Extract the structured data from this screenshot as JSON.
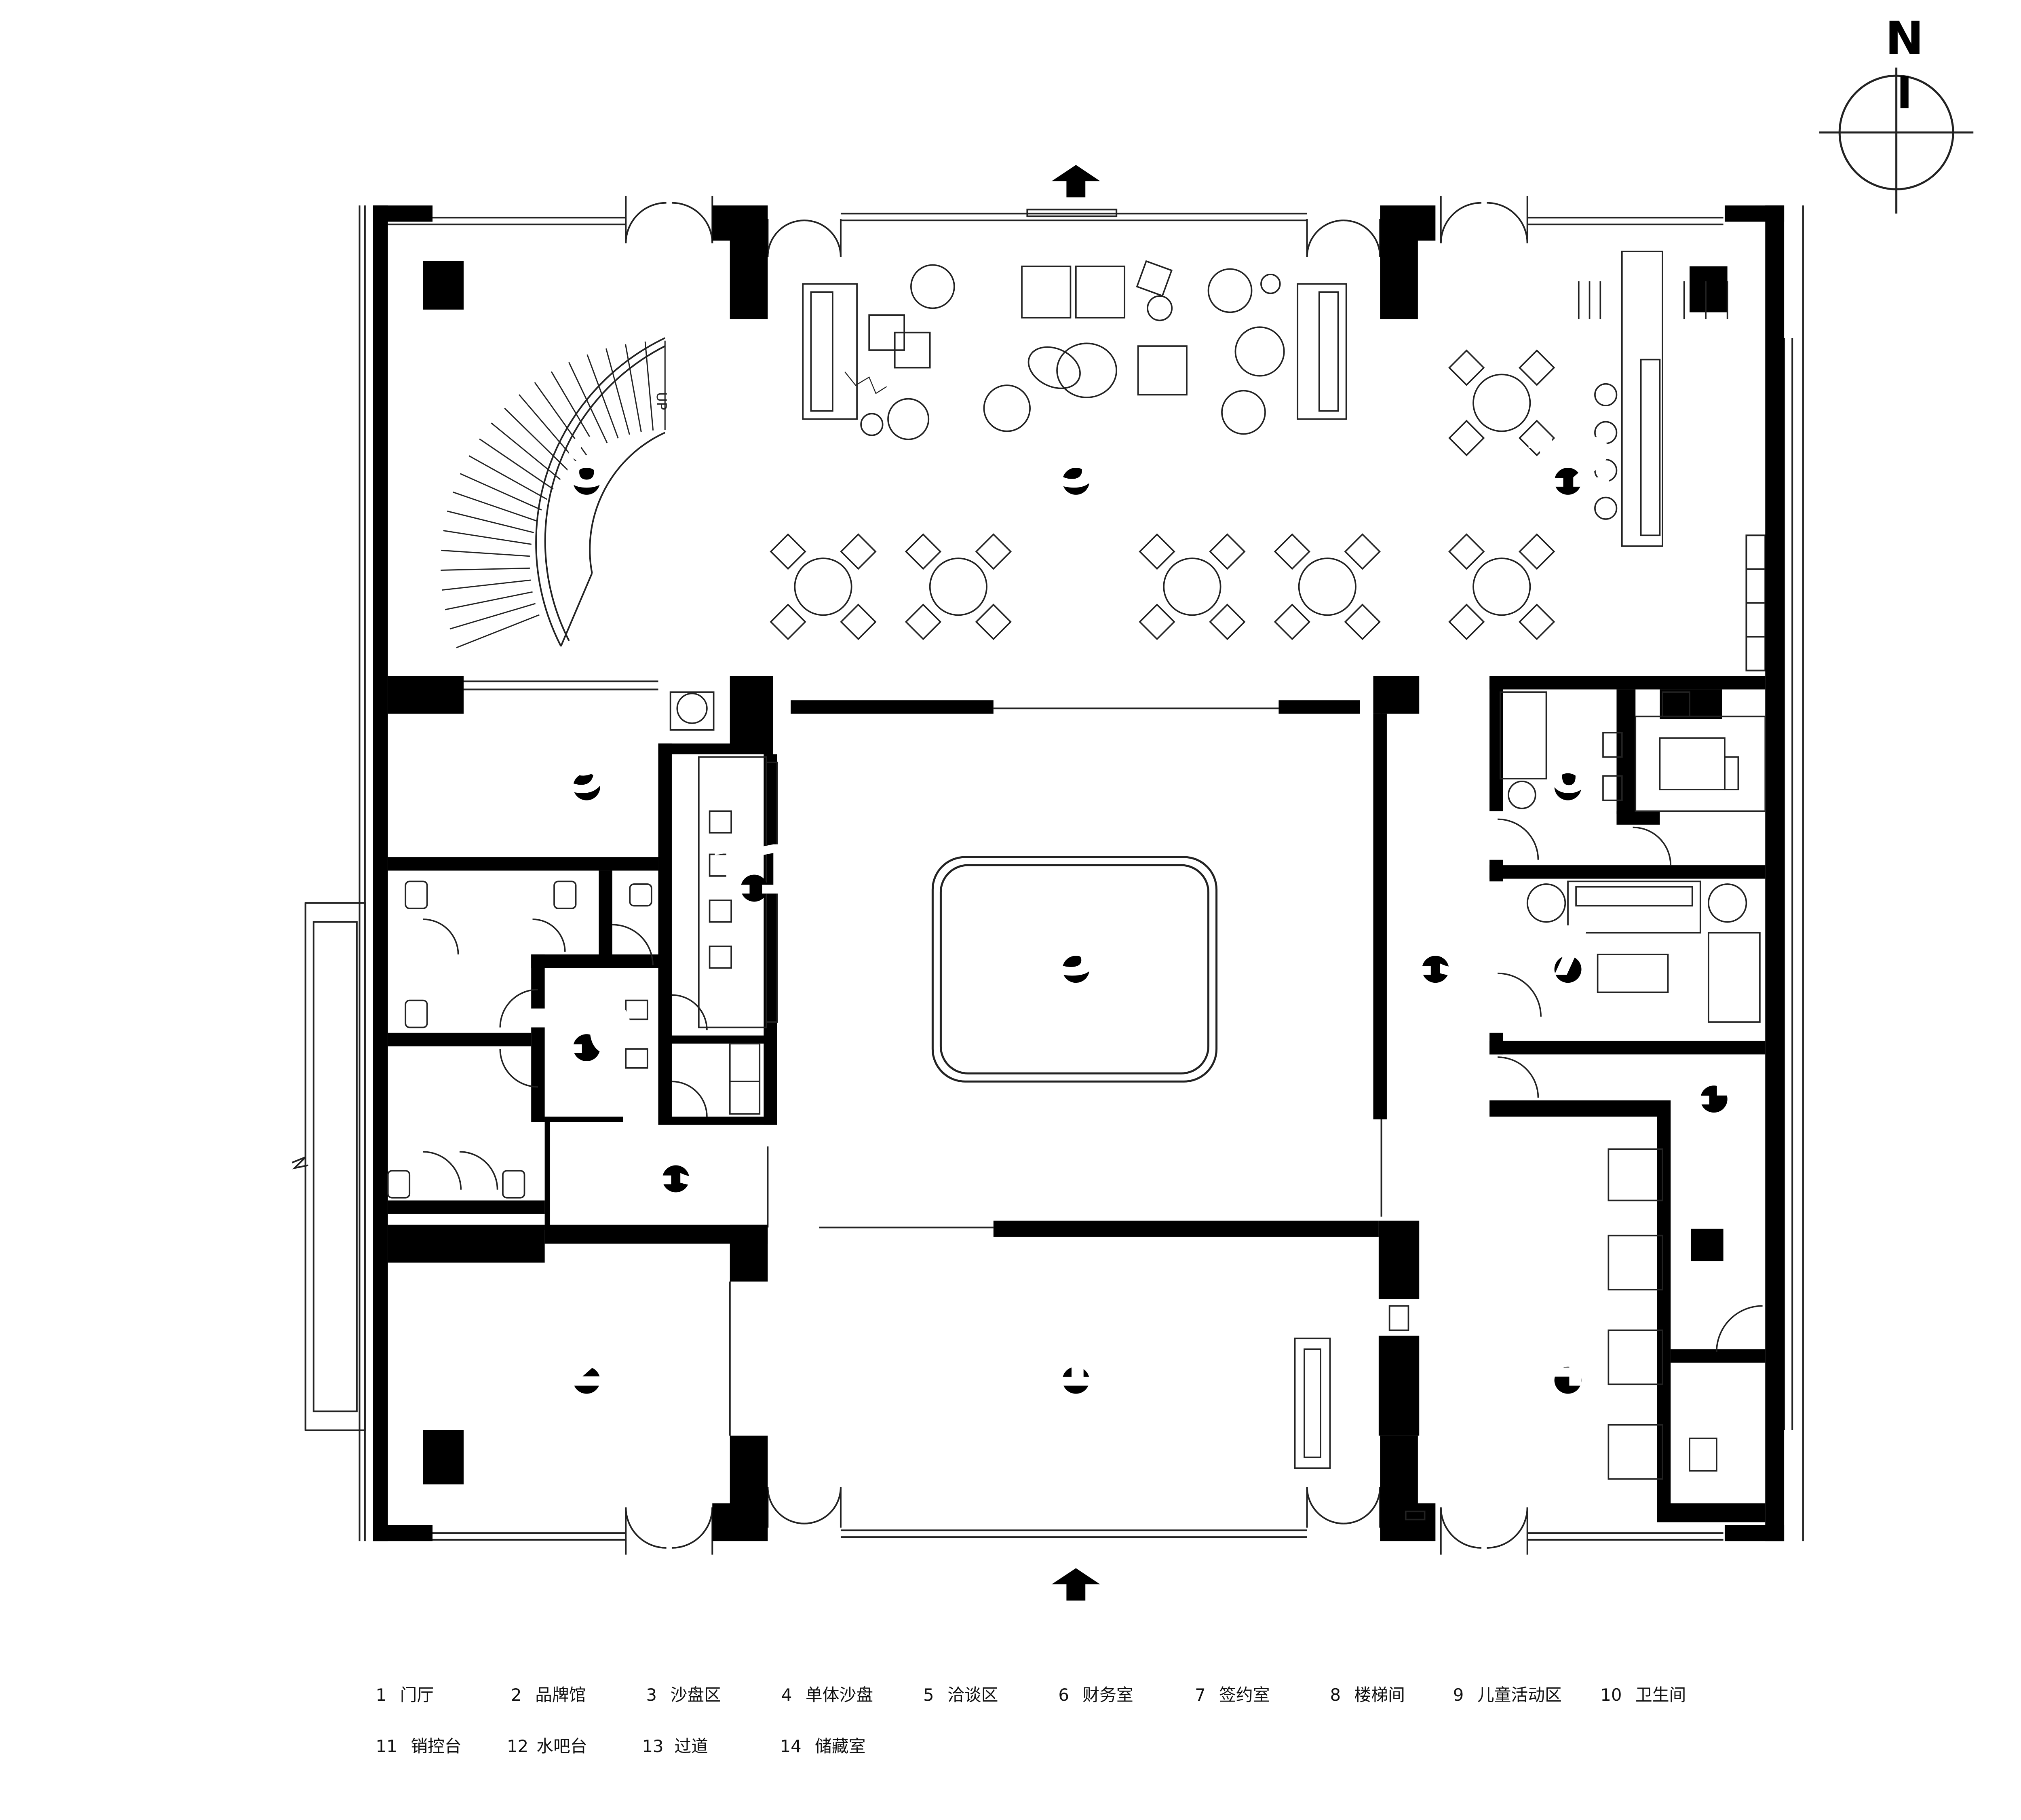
{
  "compass": {
    "label": "N"
  },
  "room_markers": [
    {
      "id": "1",
      "label": "1"
    },
    {
      "id": "2",
      "label": "2"
    },
    {
      "id": "3",
      "label": "3"
    },
    {
      "id": "4",
      "label": "4"
    },
    {
      "id": "5",
      "label": "5"
    },
    {
      "id": "6",
      "label": "6"
    },
    {
      "id": "7",
      "label": "7"
    },
    {
      "id": "8",
      "label": "8"
    },
    {
      "id": "9",
      "label": "9"
    },
    {
      "id": "10",
      "label": "10"
    },
    {
      "id": "11",
      "label": "11"
    },
    {
      "id": "12",
      "label": "12"
    },
    {
      "id": "13a",
      "label": "13"
    },
    {
      "id": "13b",
      "label": "13"
    },
    {
      "id": "14",
      "label": "14"
    }
  ],
  "legend": [
    {
      "number": "1",
      "name": "门厅"
    },
    {
      "number": "2",
      "name": "品牌馆"
    },
    {
      "number": "3",
      "name": "沙盘区"
    },
    {
      "number": "4",
      "name": "单体沙盘"
    },
    {
      "number": "5",
      "name": "洽谈区"
    },
    {
      "number": "6",
      "name": "财务室"
    },
    {
      "number": "7",
      "name": "签约室"
    },
    {
      "number": "8",
      "name": "楼梯间"
    },
    {
      "number": "9",
      "name": "儿童活动区"
    },
    {
      "number": "10",
      "name": "卫生间"
    },
    {
      "number": "11",
      "name": "销控台"
    },
    {
      "number": "12",
      "name": "水吧台"
    },
    {
      "number": "13",
      "name": "过道"
    },
    {
      "number": "14",
      "name": "储藏室"
    }
  ],
  "stair_note": "UP",
  "colors": {
    "wall": "#000000",
    "line": "#222222",
    "background": "#ffffff"
  }
}
